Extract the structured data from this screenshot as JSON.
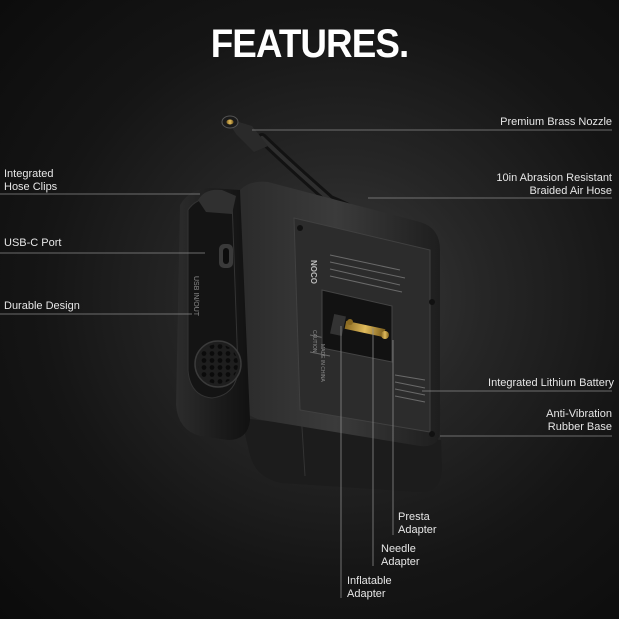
{
  "title": "FEATURES.",
  "left_labels": {
    "hose_clips": {
      "line1": "Integrated",
      "line2": "Hose Clips"
    },
    "usb_c": {
      "line1": "USB-C Port"
    },
    "durable": {
      "line1": "Durable Design"
    }
  },
  "right_labels": {
    "nozzle": {
      "line1": "Premium Brass Nozzle"
    },
    "hose": {
      "line1": "10in Abrasion Resistant",
      "line2": "Braided Air Hose"
    },
    "battery": {
      "line1": "Integrated Lithium Battery"
    },
    "base": {
      "line1": "Anti-Vibration",
      "line2": "Rubber Base"
    }
  },
  "bottom_labels": {
    "presta": {
      "line1": "Presta",
      "line2": "Adapter"
    },
    "needle": {
      "line1": "Needle",
      "line2": "Adapter"
    },
    "inflatable": {
      "line1": "Inflatable",
      "line2": "Adapter"
    }
  },
  "device_text": {
    "usb_port_label": "USB IN/OUT",
    "brand": "NOCO",
    "caution": "CAUTION",
    "made_in": "MADE IN CHINA"
  },
  "colors": {
    "background": "#151515",
    "leader_line": "#8a8a8a",
    "brass": "#c9a24a",
    "text": "#e6e6e6"
  }
}
